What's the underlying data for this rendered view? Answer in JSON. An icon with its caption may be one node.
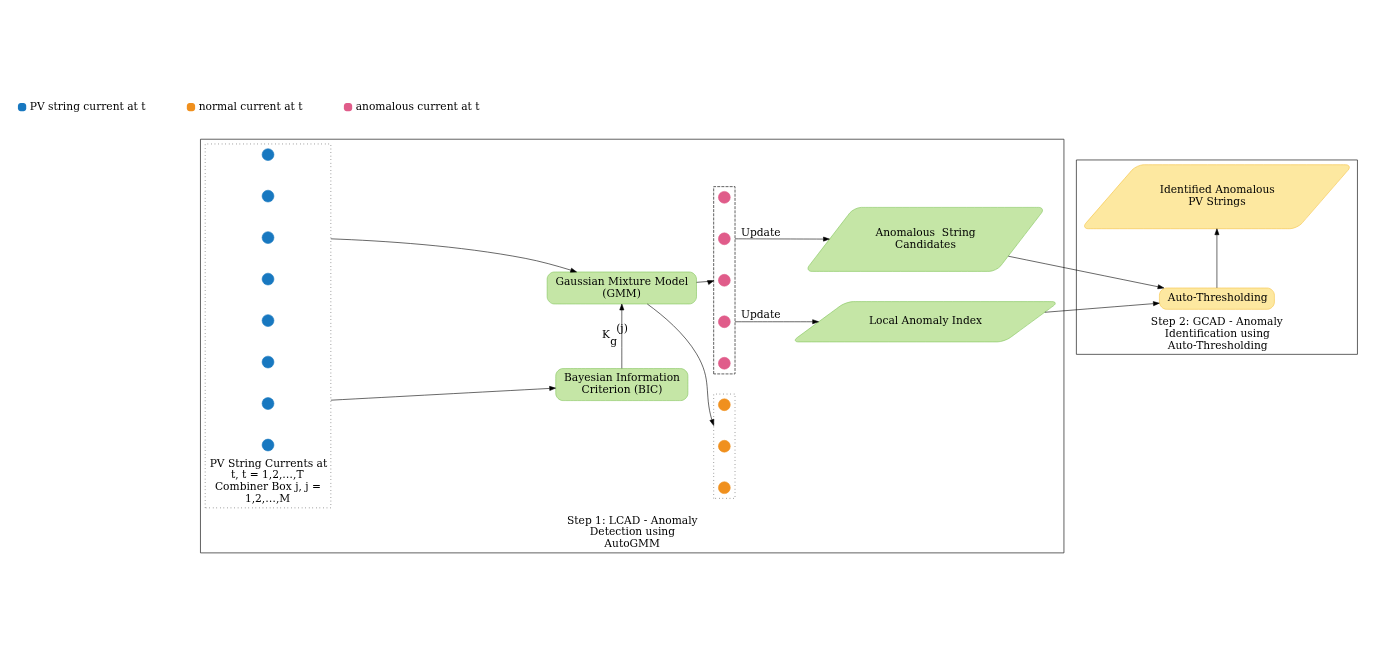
{
  "diagram": {
    "nodes": [
      {
        "text": [
          "Step 1: LCAD - Anomaly Detection using AutoGMM"
        ]
      },
      {
        "text": [
          "PV String Currents at t, t = 1,2,…,T",
          "Combiner Box j, j = 1,2,…,M"
        ],
        "in": 0
      },
      {
        "text": [],
        "shape": "circle",
        "in": 1
      },
      {
        "text": [],
        "shape": "circle",
        "in": 1
      },
      {
        "text": [],
        "shape": "circle",
        "in": 1
      },
      {
        "text": [],
        "shape": "circle",
        "in": 1
      },
      {
        "text": [],
        "shape": "circle",
        "in": 1
      },
      {
        "text": [],
        "shape": "circle",
        "in": 1
      },
      {
        "text": [],
        "shape": "circle",
        "in": 1
      },
      {
        "text": [],
        "shape": "circle",
        "in": 1
      },
      {
        "text": [
          "Bayesian Information Criterion (BIC)"
        ],
        "in": 0
      },
      {
        "text": [
          "Gaussian Mixture Model (GMM)"
        ],
        "in": 0
      },
      {
        "text": [],
        "shape": "box",
        "in": 0
      },
      {
        "text": [],
        "shape": "circle",
        "in": 12
      },
      {
        "text": [],
        "shape": "circle",
        "in": 12
      },
      {
        "text": [],
        "shape": "circle",
        "in": 12
      },
      {
        "text": [],
        "shape": "box",
        "in": 0
      },
      {
        "text": [],
        "shape": "circle",
        "in": 16
      },
      {
        "text": [],
        "shape": "circle",
        "in": 16
      },
      {
        "text": [],
        "shape": "circle",
        "in": 16
      },
      {
        "text": [],
        "shape": "circle",
        "in": 16
      },
      {
        "text": [],
        "shape": "circle",
        "in": 16
      },
      {
        "text": [
          "Anomalous  String Candidates"
        ],
        "in": 0
      },
      {
        "text": [
          "Local Anomaly Index"
        ],
        "in": 0
      },
      {
        "text": [
          "Step 2: GCAD - Anomaly Identification using Auto-Thresholding"
        ]
      },
      {
        "text": [
          "Identified Anomalous PV Strings"
        ],
        "in": 24
      },
      {
        "text": [
          "Auto-Thresholding"
        ],
        "in": 24
      }
    ],
    "edges": [
      {
        "from": 1,
        "to": 10,
        "arrow": "to"
      },
      {
        "from": 1,
        "to": 11,
        "arrow": "to"
      },
      {
        "from": 10,
        "to": 11,
        "arrow": "to",
        "label": "K$_{g}$$^{(j)}$"
      },
      {
        "from": 11,
        "to": 12,
        "arrow": "to"
      },
      {
        "from": 11,
        "to": 16,
        "arrow": "to"
      },
      {
        "from": 16,
        "to": 22,
        "arrow": "to",
        "label": "Update"
      },
      {
        "from": 16,
        "to": 23,
        "arrow": "to",
        "label": "Update"
      },
      {
        "from": 22,
        "to": 26,
        "arrow": "to"
      },
      {
        "from": 23,
        "to": 26,
        "arrow": "to"
      },
      {
        "from": 26,
        "to": 25,
        "arrow": "to"
      }
    ],
    "legend": [
      {
        "text": "PV string current at t",
        "color": "#1878c0"
      },
      {
        "text": "normal current at t",
        "color": "#f0901e"
      },
      {
        "text": "anomalous current at t",
        "color": "#e05c8a"
      }
    ]
  }
}
